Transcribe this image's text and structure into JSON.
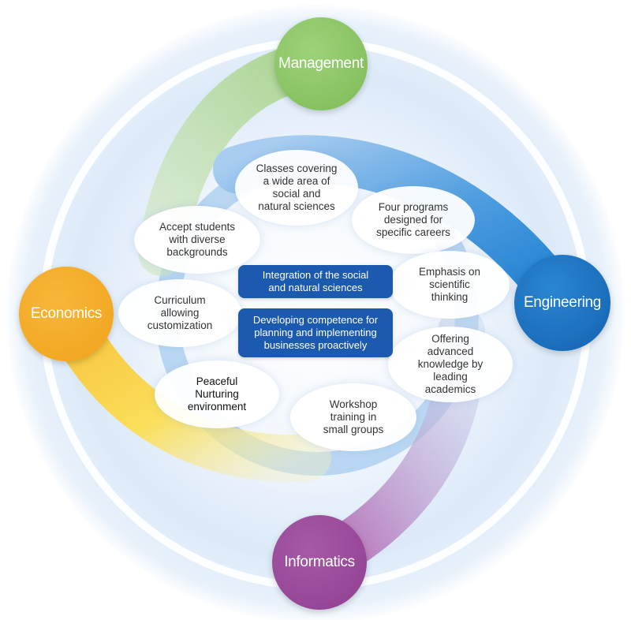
{
  "colors": {
    "management": "#8cc665",
    "engineering": "#1b6fbf",
    "economics": "#f5ad2c",
    "informatics": "#9b4c9c",
    "center_box": "#1b5aae",
    "blue_ring": "#5aa5e0"
  },
  "nodes": {
    "management": "Management",
    "engineering": "Engineering",
    "economics": "Economics",
    "informatics": "Informatics"
  },
  "bubbles": {
    "classes": "Classes covering\na wide area of\nsocial and\nnatural sciences",
    "four_programs": "Four programs\ndesigned for\nspecific careers",
    "accept_students": "Accept students\nwith diverse\nbackgrounds",
    "emphasis": "Emphasis on\nscientific\nthinking",
    "curriculum": "Curriculum\nallowing\ncustomization",
    "offering": "Offering\nadvanced\nknowledge by\nleading\nacademics",
    "peaceful": "Peaceful\nNurturing\nenvironment",
    "workshop": "Workshop\ntraining in\nsmall groups"
  },
  "center": {
    "integration": "Integration of the social\nand natural sciences",
    "developing": "Developing competence for\nplanning and implementing\nbusinesses proactively"
  }
}
